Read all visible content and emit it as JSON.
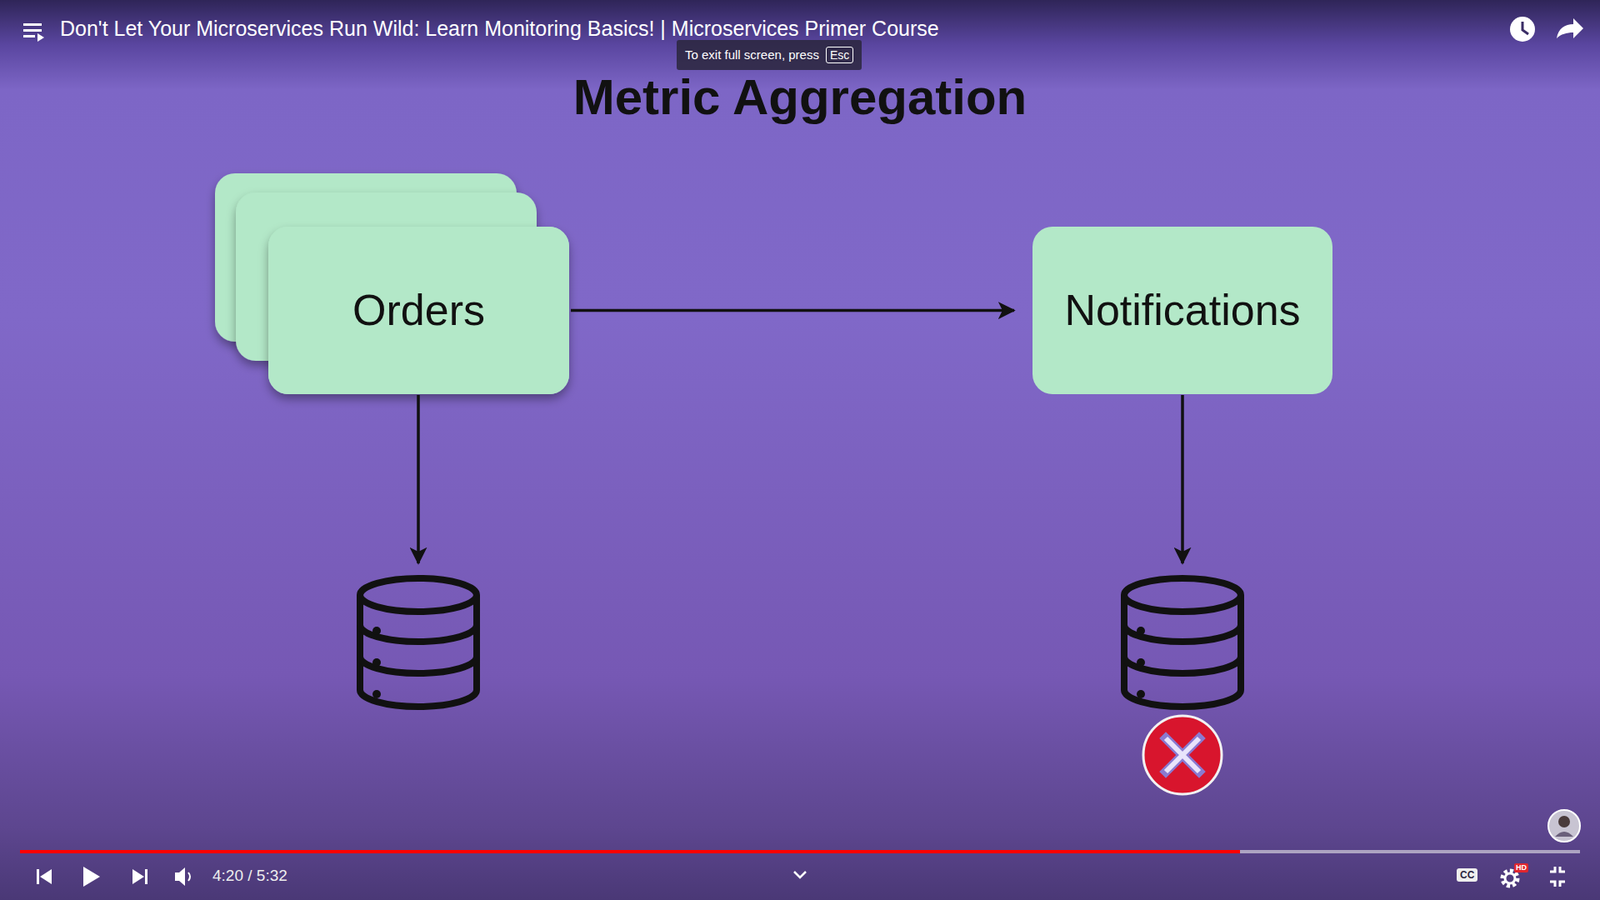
{
  "diagram": {
    "title": "Metric Aggregation",
    "nodes": [
      {
        "text": [
          "Orders"
        ]
      },
      {
        "text": [
          "Notifications"
        ]
      }
    ],
    "edges": [
      {
        "from": 0,
        "to": 1,
        "arrow": "to"
      }
    ],
    "labels": [
      "Don't Let Your Microservices Run Wild: Learn Monitoring Basics! | Microservices Primer Course",
      "To exit full screen, press",
      "Esc",
      "4:20 / 5:32",
      "CC",
      "HD"
    ]
  }
}
